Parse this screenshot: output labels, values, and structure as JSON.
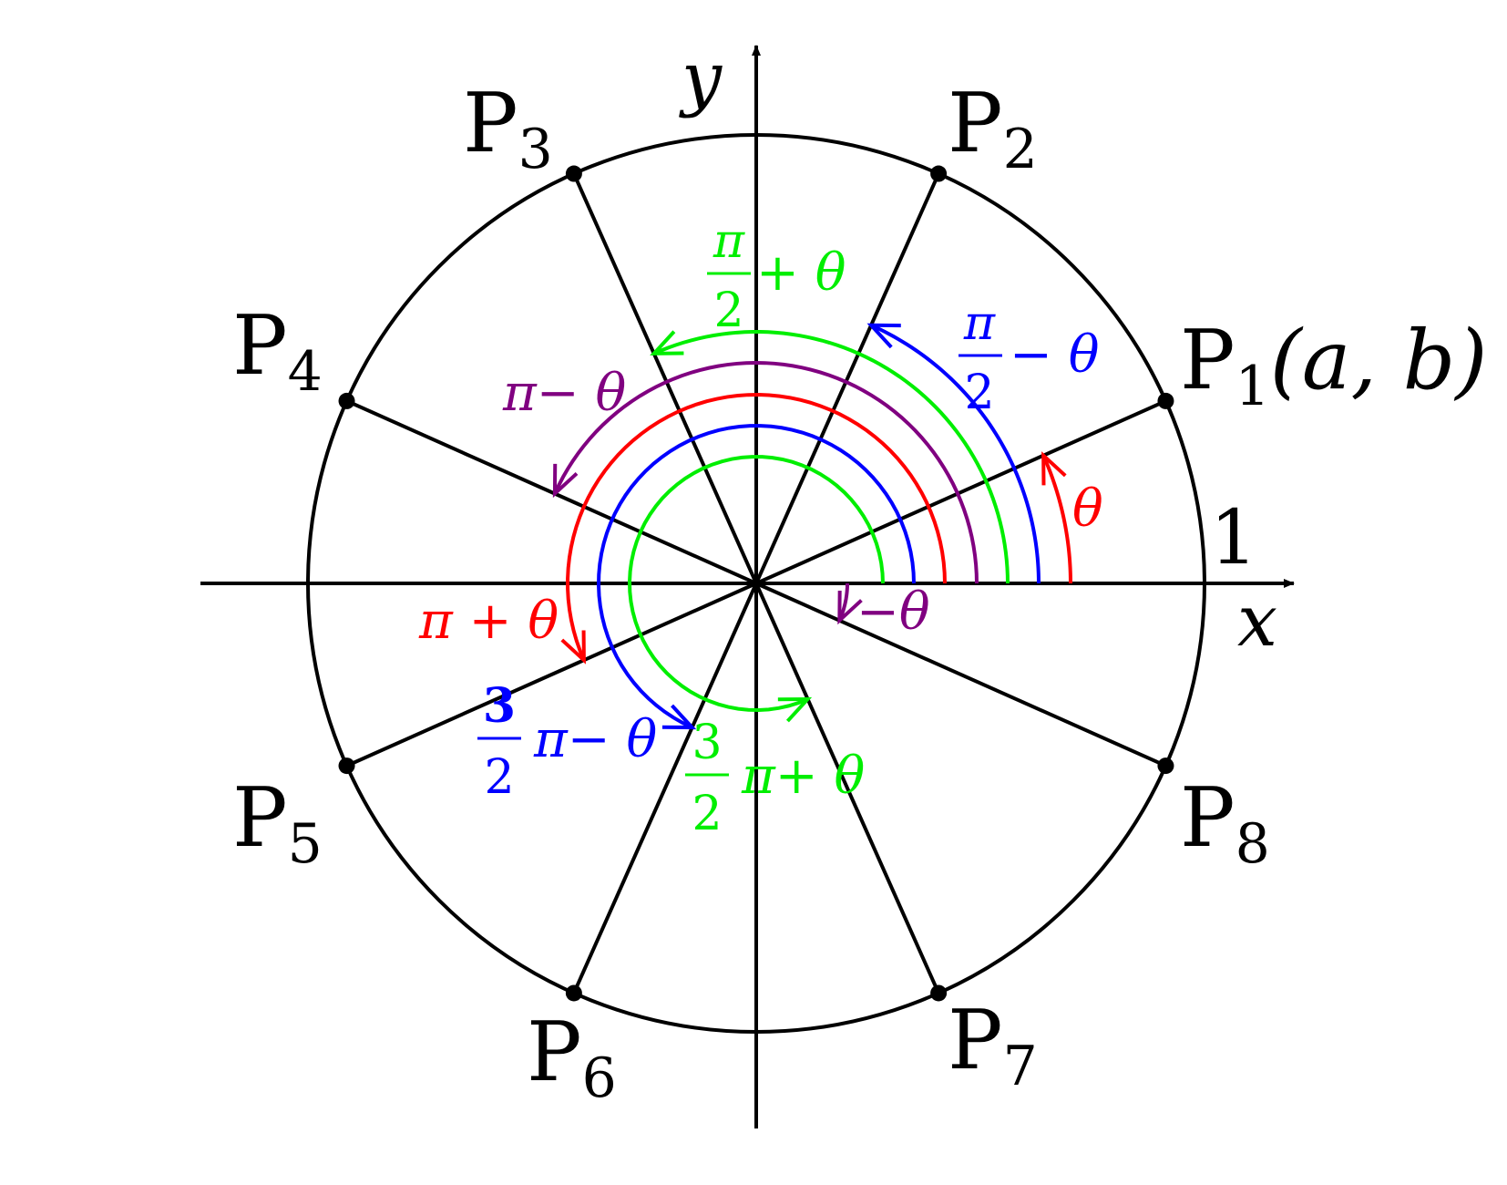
{
  "axes": {
    "x_label": "x",
    "y_label": "y",
    "radius_label": "1"
  },
  "points": [
    {
      "name": "P",
      "sub": "1",
      "suffix": "(a, b)",
      "angle_deg": 24
    },
    {
      "name": "P",
      "sub": "2",
      "suffix": "",
      "angle_deg": 66
    },
    {
      "name": "P",
      "sub": "3",
      "suffix": "",
      "angle_deg": 114
    },
    {
      "name": "P",
      "sub": "4",
      "suffix": "",
      "angle_deg": 156
    },
    {
      "name": "P",
      "sub": "5",
      "suffix": "",
      "angle_deg": 204
    },
    {
      "name": "P",
      "sub": "6",
      "suffix": "",
      "angle_deg": 246
    },
    {
      "name": "P",
      "sub": "7",
      "suffix": "",
      "angle_deg": 294
    },
    {
      "name": "P",
      "sub": "8",
      "suffix": "",
      "angle_deg": 336
    }
  ],
  "angle_labels": {
    "theta": "θ",
    "neg_theta": "−θ",
    "half_pi_minus": {
      "num": "π",
      "den": "2",
      "rest": "− θ"
    },
    "half_pi_plus": {
      "num": "π",
      "den": "2",
      "rest": "+ θ"
    },
    "pi_minus": "π− θ",
    "pi_plus": "π + θ",
    "three_half_minus": {
      "num": "3",
      "den": "2",
      "rest": "π− θ"
    },
    "three_half_plus": {
      "num": "3",
      "den": "2",
      "rest": "π+ θ"
    }
  },
  "colors": {
    "axis": "#000000",
    "theta": "#ff0000",
    "half_pi_minus": "#0000ff",
    "half_pi_plus": "#00ee00",
    "pi_minus": "#800080",
    "neg_theta": "#800080",
    "pi_plus": "#ff0000",
    "three_half_minus": "#0000ff",
    "three_half_plus": "#00ee00"
  }
}
